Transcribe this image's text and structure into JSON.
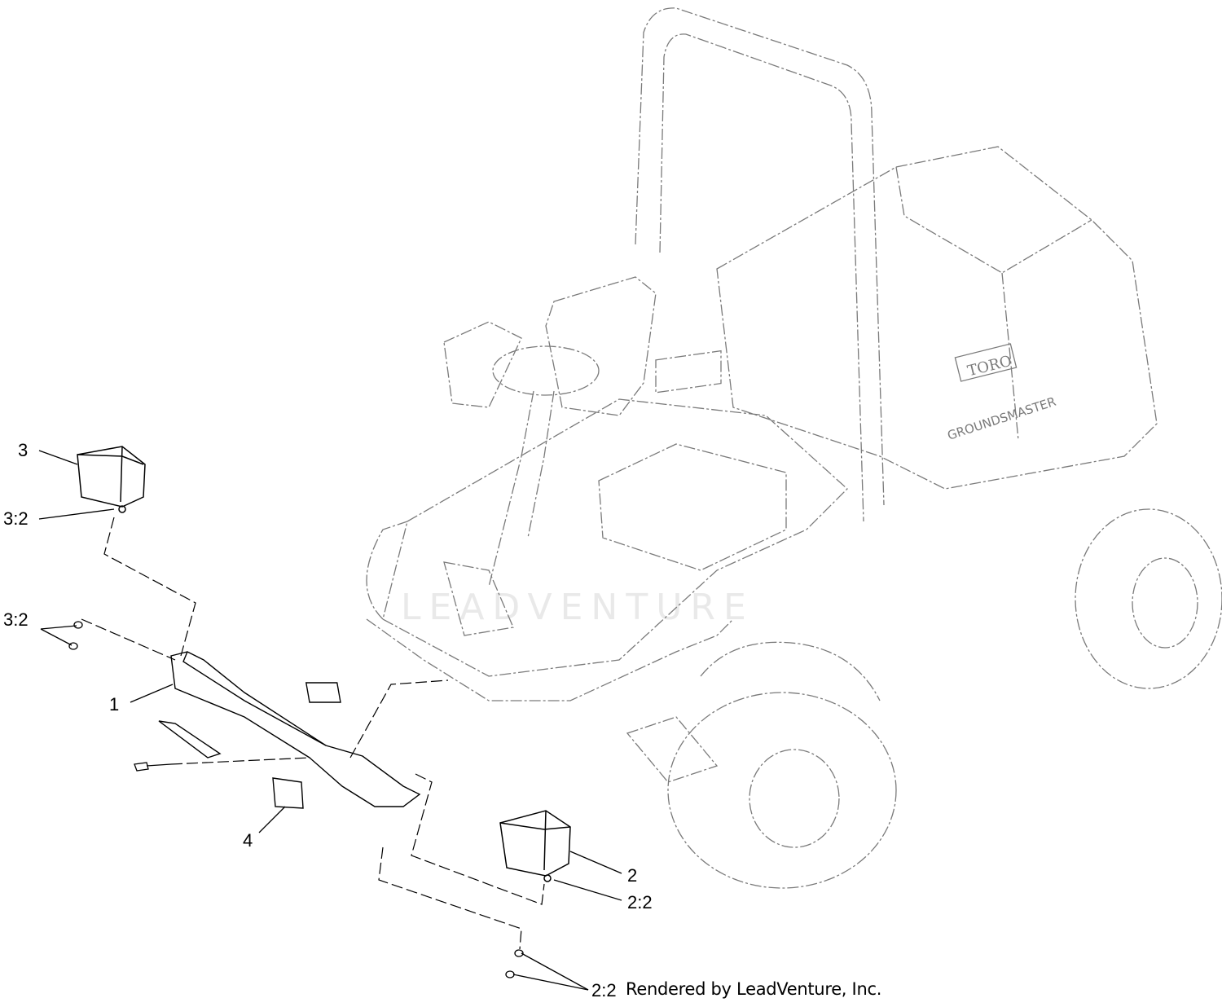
{
  "callouts": [
    {
      "id": "c3",
      "text": "3"
    },
    {
      "id": "c3_2a",
      "text": "3:2"
    },
    {
      "id": "c3_2b",
      "text": "3:2"
    },
    {
      "id": "c1",
      "text": "1"
    },
    {
      "id": "c4",
      "text": "4"
    },
    {
      "id": "c2",
      "text": "2"
    },
    {
      "id": "c2_2a",
      "text": "2:2"
    },
    {
      "id": "c2_2b",
      "text": "2:2"
    }
  ],
  "credit": "Rendered by LeadVenture, Inc.",
  "watermark": "LEADVENTURE",
  "badge_logo_text": "TORO",
  "badge_model_text": "GROUNDSMASTER",
  "colors": {
    "line": "#000000",
    "ghost": "#7a7a7a",
    "watermark": "#e9e9e9"
  }
}
